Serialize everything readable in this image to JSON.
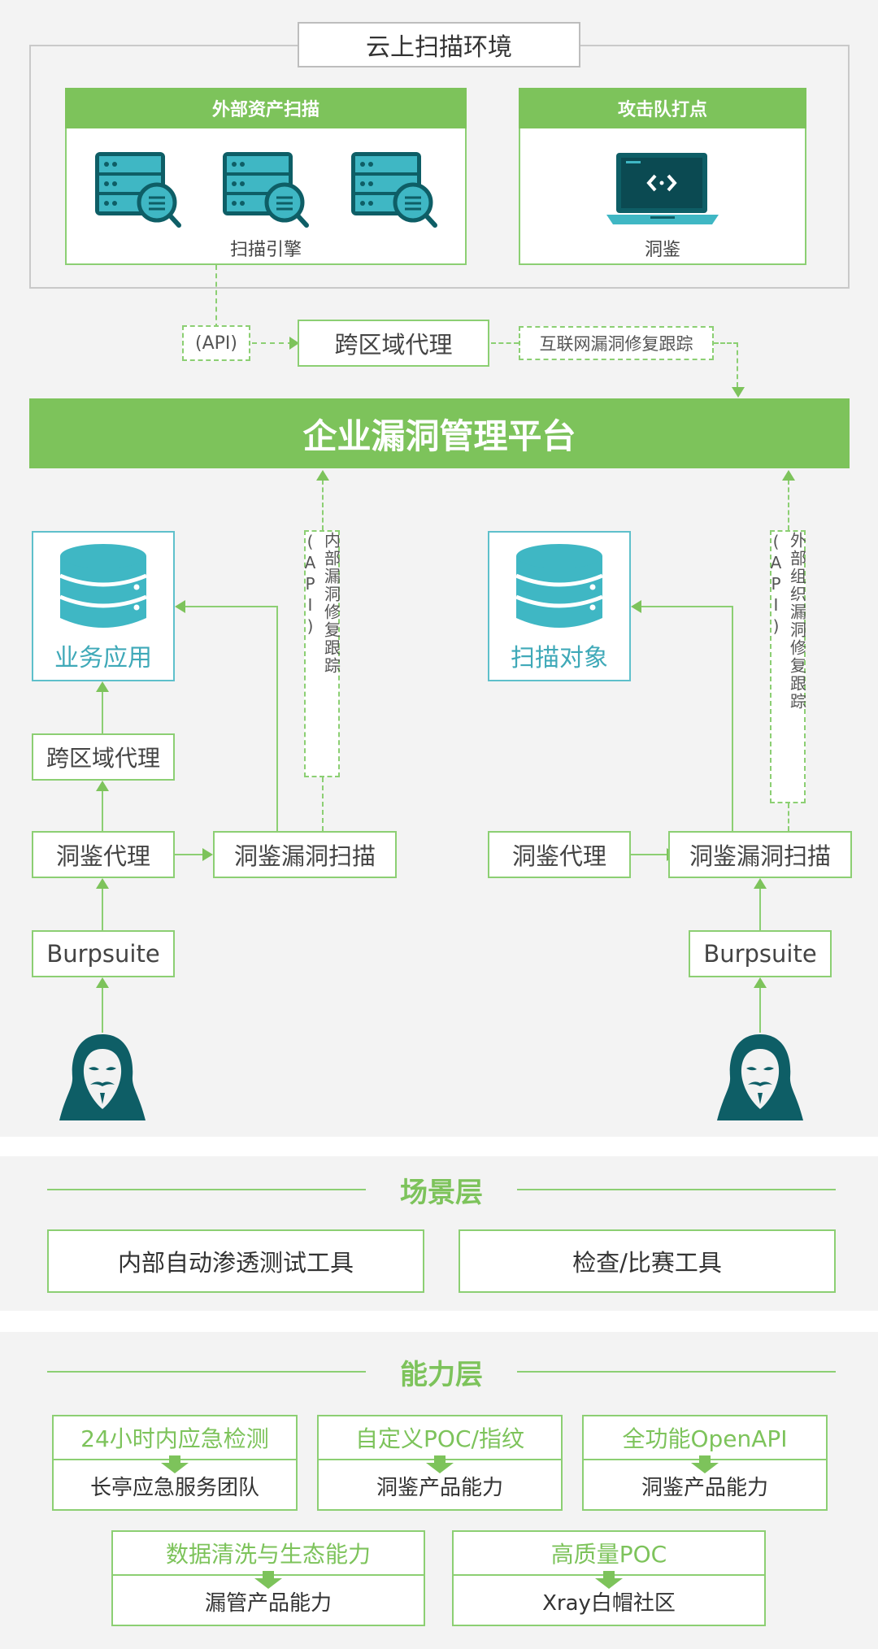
{
  "cloud": {
    "title": "云上扫描环境",
    "left_header": "外部资产扫描",
    "left_caption": "扫描引擎",
    "right_header": "攻击队打点",
    "right_caption": "洞鉴"
  },
  "proxy_row": {
    "api_label": "(API)",
    "proxy": "跨区域代理",
    "tracking": "互联网漏洞修复跟踪"
  },
  "platform": {
    "title": "企业漏洞管理平台"
  },
  "left_flow": {
    "app_label": "业务应用",
    "proxy": "跨区域代理",
    "agent": "洞鉴代理",
    "scan": "洞鉴漏洞扫描",
    "burp": "Burpsuite",
    "tracking": "内部漏洞修复跟踪(API)"
  },
  "right_flow": {
    "target_label": "扫描对象",
    "agent": "洞鉴代理",
    "scan": "洞鉴漏洞扫描",
    "burp": "Burpsuite",
    "tracking": "外部组织漏洞修复跟踪(API)"
  },
  "scene": {
    "title": "场景层",
    "items": [
      "内部自动渗透测试工具",
      "检查/比赛工具"
    ]
  },
  "capability": {
    "title": "能力层",
    "cards": [
      {
        "top": "24小时内应急检测",
        "bottom": "长亭应急服务团队"
      },
      {
        "top": "自定义POC/指纹",
        "bottom": "洞鉴产品能力"
      },
      {
        "top": "全功能OpenAPI",
        "bottom": "洞鉴产品能力"
      },
      {
        "top": "数据清洗与生态能力",
        "bottom": "漏管产品能力"
      },
      {
        "top": "高质量POC",
        "bottom": "Xray白帽社区"
      }
    ]
  },
  "colors": {
    "green": "#7dc35b",
    "light_green": "#8ccf73",
    "teal": "#3fa9b8",
    "dark_teal": "#0e5e66"
  }
}
